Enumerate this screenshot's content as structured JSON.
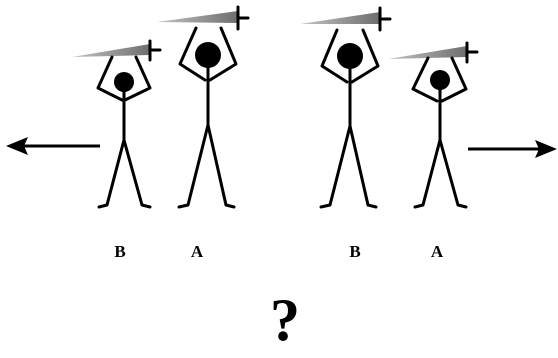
{
  "diagram": {
    "labels": {
      "left_pair": [
        "B",
        "A"
      ],
      "right_pair": [
        "B",
        "A"
      ]
    },
    "question": "?",
    "colors": {
      "figure": "#000000",
      "blade_dark": "#6e6e6e",
      "blade_light": "#c4c4c4"
    },
    "arrows": [
      "arrow-left-icon",
      "arrow-right-icon"
    ]
  }
}
